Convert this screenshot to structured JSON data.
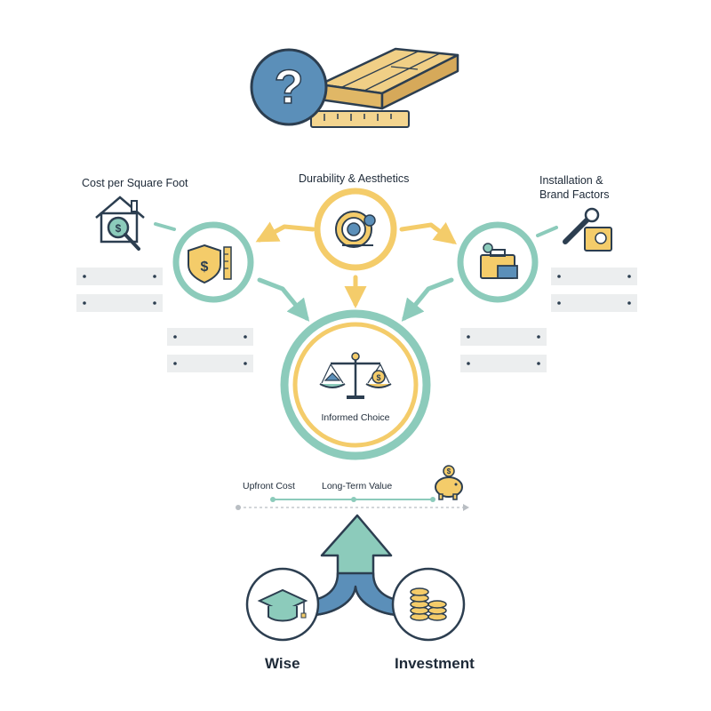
{
  "labels": {
    "cost": "Cost per Square Foot",
    "durability": "Durability & Aesthetics",
    "installation_line1": "Installation &",
    "installation_line2": "Brand Factors",
    "center": "Informed Choice",
    "upfront": "Upfront Cost",
    "longterm": "Long-Term Value",
    "wise": "Wise",
    "investment": "Investment"
  },
  "colors": {
    "teal": "#8ccbbb",
    "teal_dark": "#5aa898",
    "gold": "#f4cc6a",
    "gold_dark": "#e0a93a",
    "navy": "#2c3e50",
    "blue": "#5b8fb9",
    "wood": "#e8c784",
    "bar": "#eceeef"
  },
  "icons": [
    "question-icon",
    "wood-plank-icon",
    "house-search-icon",
    "shield-dollar-icon",
    "gear-icon",
    "toolbox-icon",
    "wrench-icon",
    "scales-icon",
    "piggy-bank-icon",
    "graduation-cap-icon",
    "coin-stack-icon"
  ]
}
